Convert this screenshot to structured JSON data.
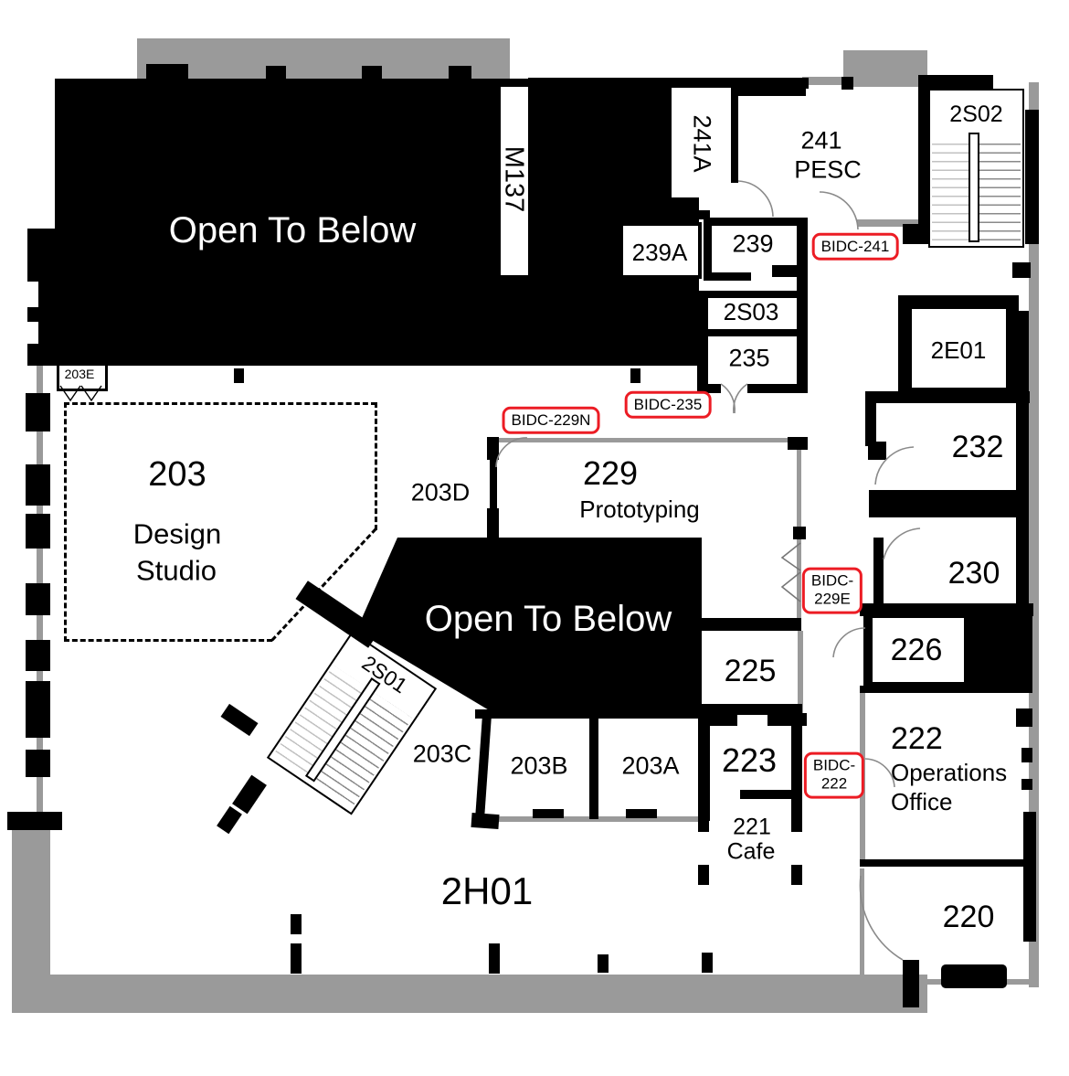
{
  "colors": {
    "wall": "#000000",
    "open_zone_gray": "#9a9a9a",
    "tag_border_red": "#ec1c24",
    "door_line_gray": "#8a8a8a"
  },
  "labels": {
    "open_below_top": "Open To Below",
    "open_below_mid": "Open To Below",
    "m137": "M137",
    "r241a": "241A",
    "r241": "241",
    "r241_sub": "PESC",
    "s2s02": "2S02",
    "r239a": "239A",
    "r239": "239",
    "s2s03": "2S03",
    "r235": "235",
    "e2e01": "2E01",
    "r232": "232",
    "r230": "230",
    "r226": "226",
    "r225": "225",
    "r223": "223",
    "r222": "222",
    "r222_sub1": "Operations",
    "r222_sub2": "Office",
    "r221": "221",
    "r221_sub": "Cafe",
    "r220": "220",
    "r229": "229",
    "r229_sub": "Prototyping",
    "r203": "203",
    "r203_sub1": "Design",
    "r203_sub2": "Studio",
    "r203a": "203A",
    "r203b": "203B",
    "r203c": "203C",
    "r203d": "203D",
    "r203e": "203E",
    "s2s01": "2S01",
    "h2h01": "2H01"
  },
  "tags": {
    "bidc241": "BIDC-241",
    "bidc235": "BIDC-235",
    "bidc229n": "BIDC-229N",
    "bidc229e_line1": "BIDC-",
    "bidc229e_line2": "229E",
    "bidc222_line1": "BIDC-",
    "bidc222_line2": "222"
  }
}
